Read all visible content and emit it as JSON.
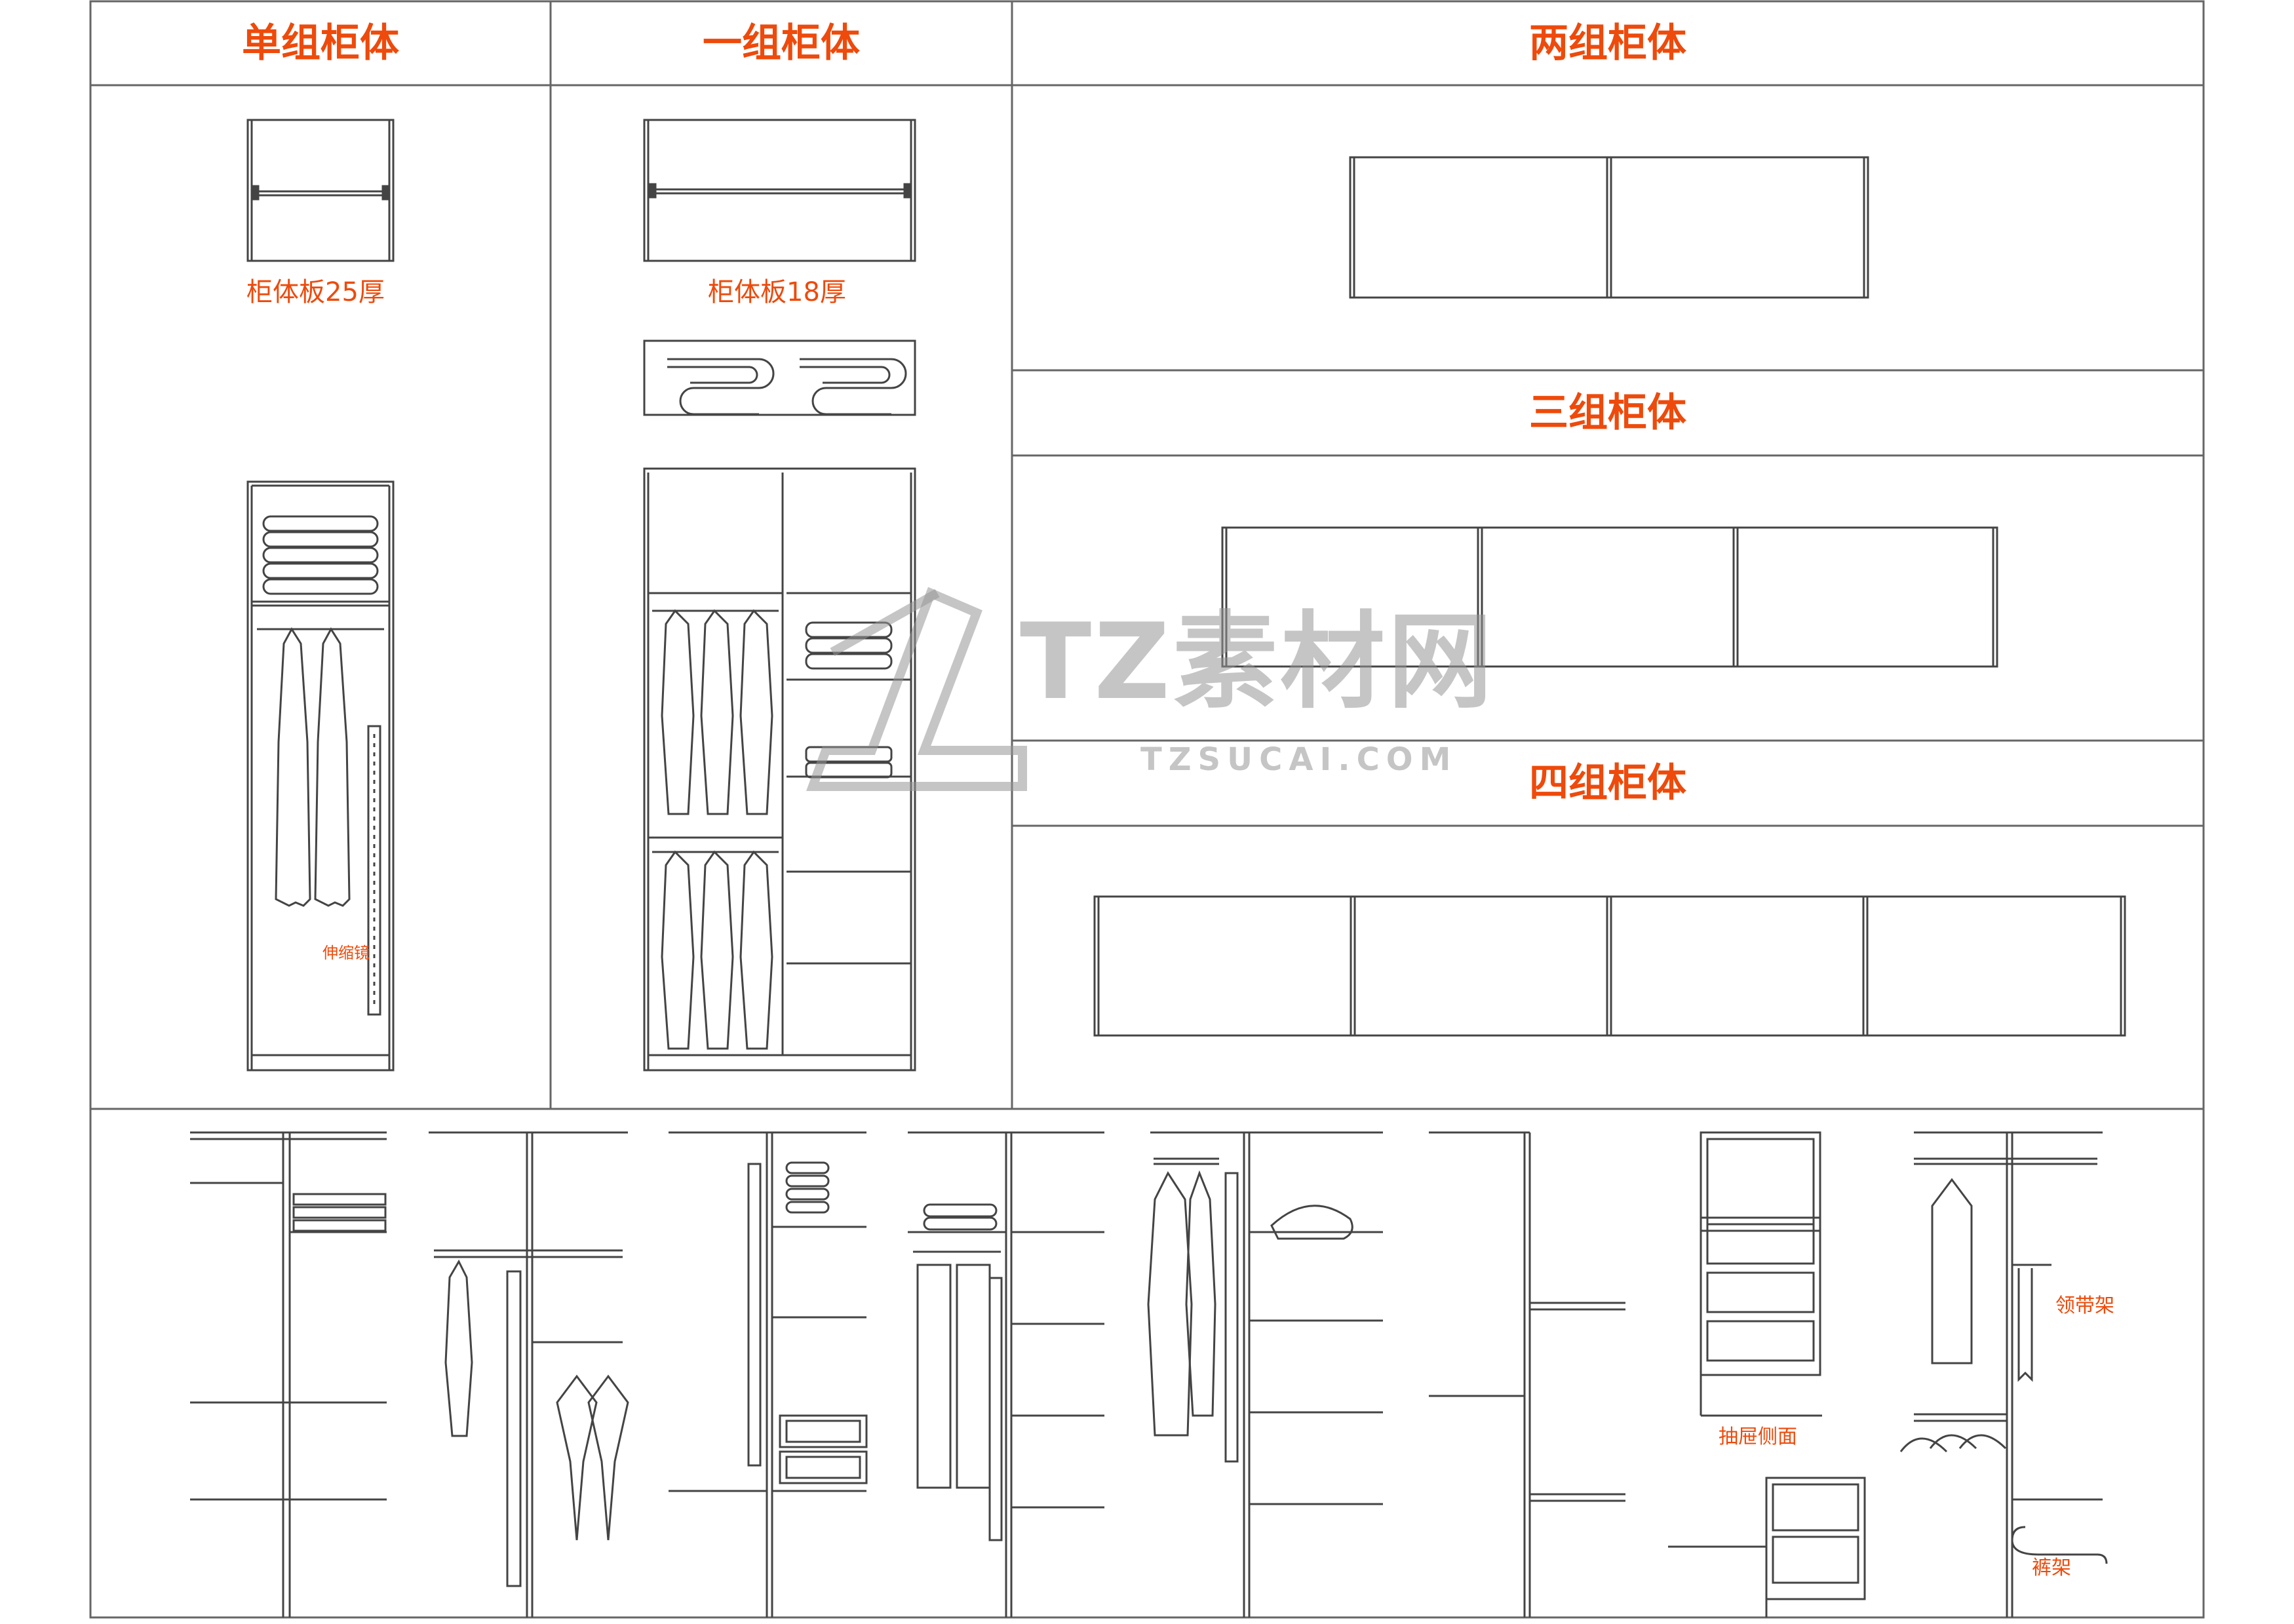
{
  "headers": {
    "single": "单组柜体",
    "one": "一组柜体",
    "two": "两组柜体",
    "three": "三组柜体",
    "four": "四组柜体"
  },
  "labels": {
    "board25": "柜体板25厚",
    "board18": "柜体板18厚",
    "mirror": "伸缩镜",
    "drawer_side": "抽屉侧面",
    "tie_rack": "领带架",
    "pants_rack": "裤架"
  },
  "watermark": {
    "brand": "TZ素材网",
    "url": "TZSUCAI.COM"
  },
  "colors": {
    "accent": "#ee4a0b",
    "line": "#444444",
    "watermark": "#969696"
  }
}
